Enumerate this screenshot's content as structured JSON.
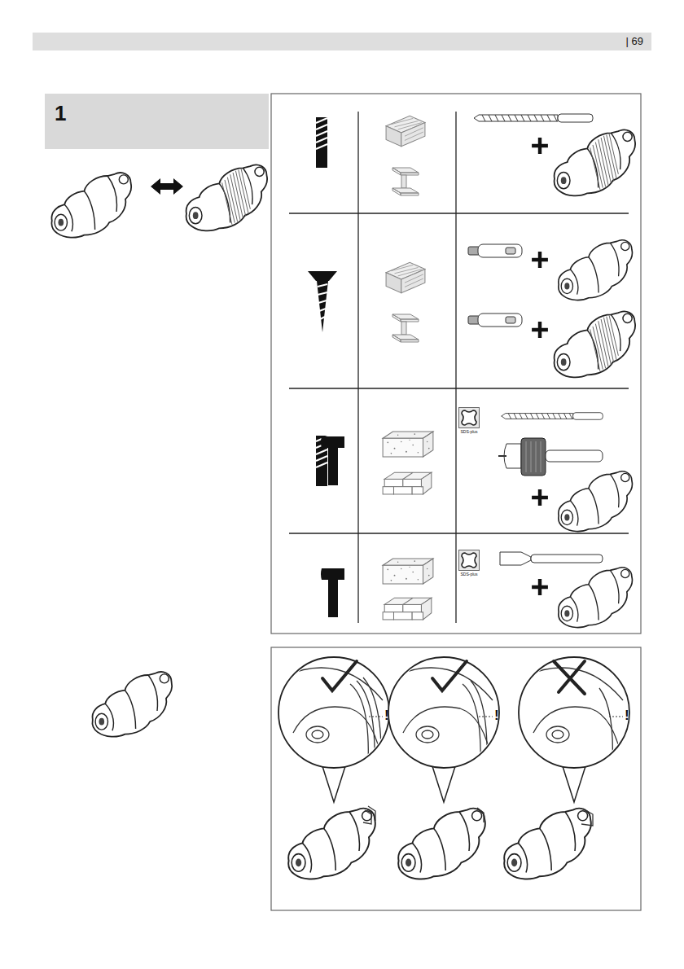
{
  "diagram": {
    "nodes": [
      {
        "text": [
          "| 69"
        ]
      },
      {
        "text": [
          "1"
        ]
      }
    ],
    "labels": [
      "SDS-plus",
      "SDS-plus",
      "!",
      "!",
      "!"
    ]
  }
}
